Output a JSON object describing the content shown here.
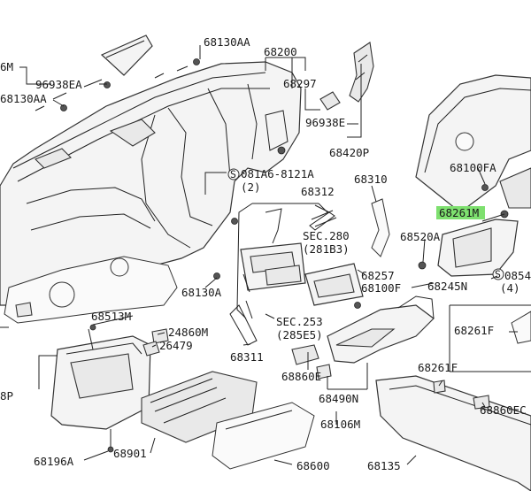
{
  "colors": {
    "highlight": "#7ee06f",
    "ink": "#1a1a1a",
    "background": "#ffffff"
  },
  "labels": {
    "c68130AA_top": "68130AA",
    "c68200": "68200",
    "c6M": "6M",
    "c96938EA": "96938EA",
    "c68130AA_left": "68130AA",
    "c68297": "68297",
    "c96938E": "96938E",
    "c68420P": "68420P",
    "c081A6": "081A6-8121A",
    "c081A6_qty": "(2)",
    "c68312": "68312",
    "c68310": "68310",
    "c68261M": "68261M",
    "c68100FA": "68100FA",
    "c68520A": "68520A",
    "c0854": "0854",
    "c0854_qty": "(4)",
    "sec280": "SEC.280",
    "sec280_ref": "(281B3)",
    "c68257": "68257",
    "c68100F": "68100F",
    "c68245N": "68245N",
    "c68130A": "68130A",
    "sec253": "SEC.253",
    "sec253_ref": "(285E5)",
    "c68513M": "68513M",
    "c24860M": "24860M",
    "c26479": "26479",
    "c68261F_right": "68261F",
    "c68311": "68311",
    "c68860E": "68860E",
    "c68490N": "68490N",
    "c68261F_low": "68261F",
    "c68860EC": "68860EC",
    "c8P": "8P",
    "c68196A": "68196A",
    "c68901": "68901",
    "c68106M": "68106M",
    "c68600": "68600",
    "c68135": "68135"
  }
}
